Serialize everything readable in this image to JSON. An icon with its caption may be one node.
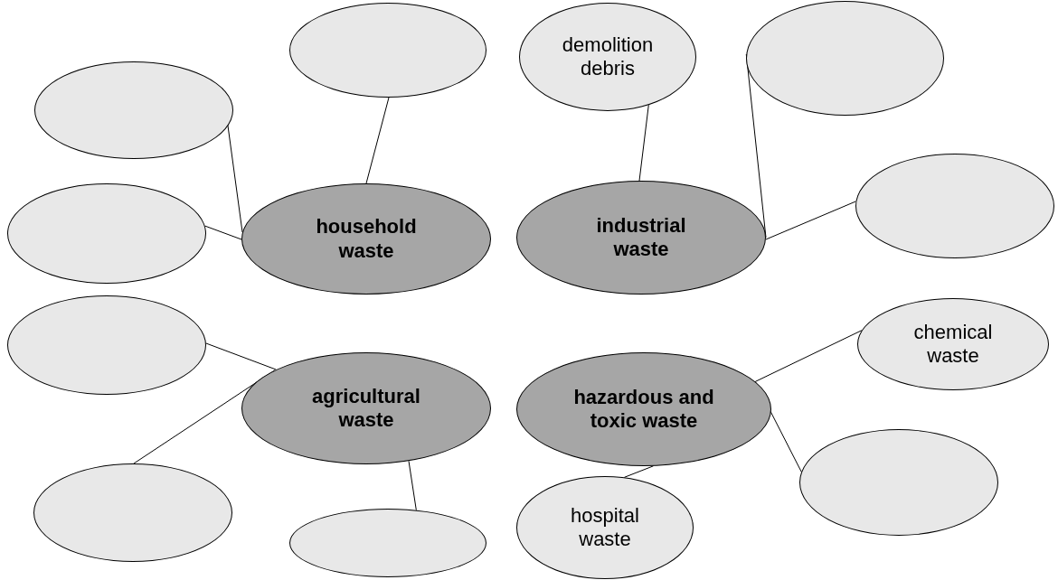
{
  "diagram": {
    "nodes": [
      {
        "text": [
          "household waste"
        ]
      },
      {
        "text": [],
        "shape": "ellipse"
      },
      {
        "text": [],
        "shape": "ellipse"
      },
      {
        "text": [],
        "shape": "ellipse"
      },
      {
        "text": [
          "industrial waste"
        ]
      },
      {
        "text": [
          "demolition debris"
        ]
      },
      {
        "text": [],
        "shape": "ellipse"
      },
      {
        "text": [],
        "shape": "ellipse"
      },
      {
        "text": [
          "agricultural waste"
        ]
      },
      {
        "text": [],
        "shape": "ellipse"
      },
      {
        "text": [],
        "shape": "ellipse"
      },
      {
        "text": [],
        "shape": "ellipse"
      },
      {
        "text": [
          "hazardous and toxic waste"
        ]
      },
      {
        "text": [
          "chemical waste"
        ]
      },
      {
        "text": [
          "hospital waste"
        ]
      },
      {
        "text": [],
        "shape": "ellipse"
      }
    ],
    "edges": [
      {
        "from": 0,
        "to": 1,
        "arrow": "none"
      },
      {
        "from": 0,
        "to": 2,
        "arrow": "none"
      },
      {
        "from": 0,
        "to": 3,
        "arrow": "none"
      },
      {
        "from": 4,
        "to": 5,
        "arrow": "none"
      },
      {
        "from": 4,
        "to": 6,
        "arrow": "none"
      },
      {
        "from": 4,
        "to": 7,
        "arrow": "none"
      },
      {
        "from": 8,
        "to": 9,
        "arrow": "none"
      },
      {
        "from": 8,
        "to": 10,
        "arrow": "none"
      },
      {
        "from": 8,
        "to": 11,
        "arrow": "none"
      },
      {
        "from": 12,
        "to": 13,
        "arrow": "none"
      },
      {
        "from": 12,
        "to": 14,
        "arrow": "none"
      },
      {
        "from": 12,
        "to": 15,
        "arrow": "none"
      }
    ]
  }
}
